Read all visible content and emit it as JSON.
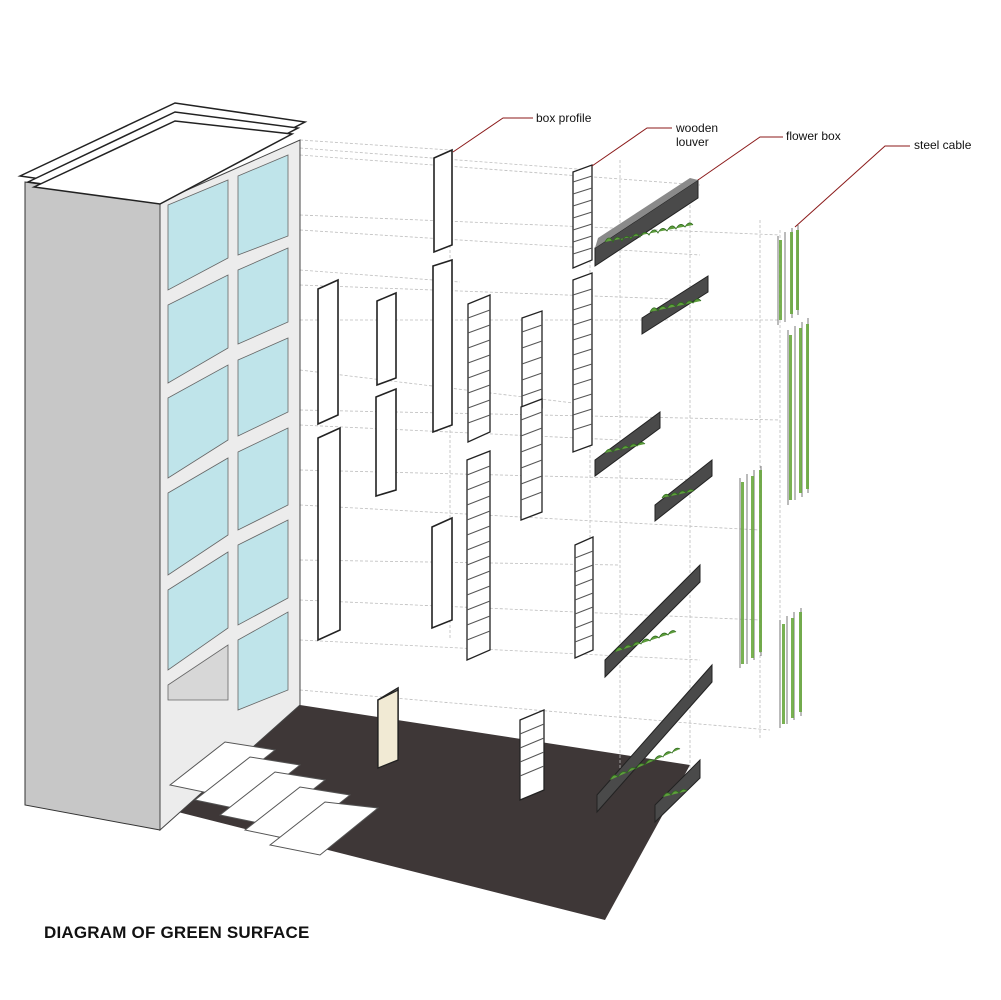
{
  "diagram": {
    "title": "DIAGRAM OF GREEN SURFACE",
    "labels": {
      "box_profile": "box profile",
      "wooden_louver_line1": "wooden",
      "wooden_louver_line2": "louver",
      "flower_box": "flower box",
      "steel_cable": "steel cable"
    },
    "colors": {
      "ground": "#3e3737",
      "wall": "#c7c7c7",
      "frame": "#ececec",
      "glass": "#bfe4ea",
      "leader": "#8b1a1a",
      "planter": "#4a4a4a",
      "plants": "#5e9e3c",
      "wood": "#f1ead4"
    }
  }
}
